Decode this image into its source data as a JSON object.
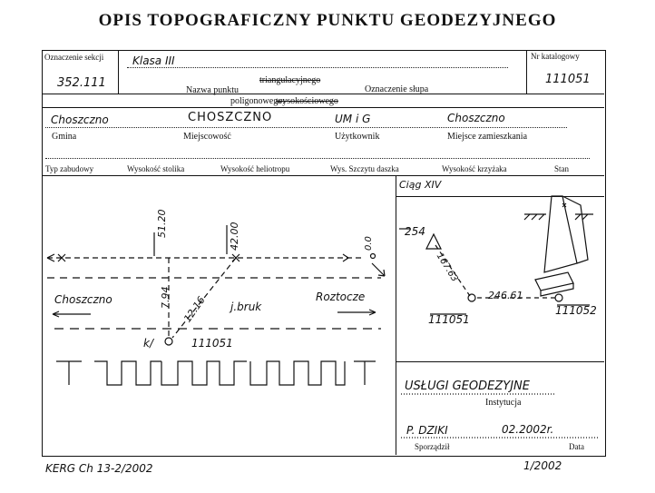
{
  "title": "OPIS TOPOGRAFICZNY PUNKTU GEODEZYJNEGO",
  "header": {
    "section_label": "Oznaczenie sekcji",
    "section_value": "352.111",
    "class_value": "Klasa III",
    "point_name_label": "Nazwa punktu",
    "type_triangulation": "triangulacyjnego",
    "type_polygonal": "poligonowego:",
    "type_height": "wysokościowego",
    "post_label": "Oznaczenie słupa",
    "catalog_label": "Nr katalogowy",
    "catalog_value": "111051"
  },
  "location": {
    "gmina_value": "Choszczno",
    "miejscowosc_value": "CHOSZCZNO",
    "uzytkownik_value": "UM i G",
    "zamieszkanie_value": "Choszczno",
    "gmina_label": "Gmina",
    "miejscowosc_label": "Miejscowość",
    "uzytkownik_label": "Użytkownik",
    "zamieszkanie_label": "Miejsce zamieszkania"
  },
  "columns": [
    "Typ zabudowy",
    "Wysokość stolika",
    "Wysokość heliotropu",
    "Wys. Szczytu daszka",
    "Wysokość krzyżaka",
    "Stan"
  ],
  "left_sketch": {
    "dim_5120": "51.20",
    "dim_4200": "42.00",
    "dim_794": "7.94",
    "dim_1216": "12.16",
    "town_left": "Choszczno",
    "town_right": "Roztocze",
    "road_label": "j.bruk",
    "point_prefix": "k/",
    "point_number": "111051"
  },
  "right_sketch": {
    "ciag_label": "Ciąg XIV",
    "point_254": "254",
    "dist_a": "167.63",
    "dist_b": "246.61",
    "point_a": "111051",
    "point_b": "111052"
  },
  "footer_block": {
    "company": "USŁUGI GEODEZYJNE",
    "institution_label": "Instytucja",
    "author": "P. DZIKI",
    "date_value": "02.2002r.",
    "author_label": "Sporządził",
    "date_label": "Data"
  },
  "footer": {
    "left": "KERG Ch 13-2/2002",
    "right": "1/2002"
  }
}
